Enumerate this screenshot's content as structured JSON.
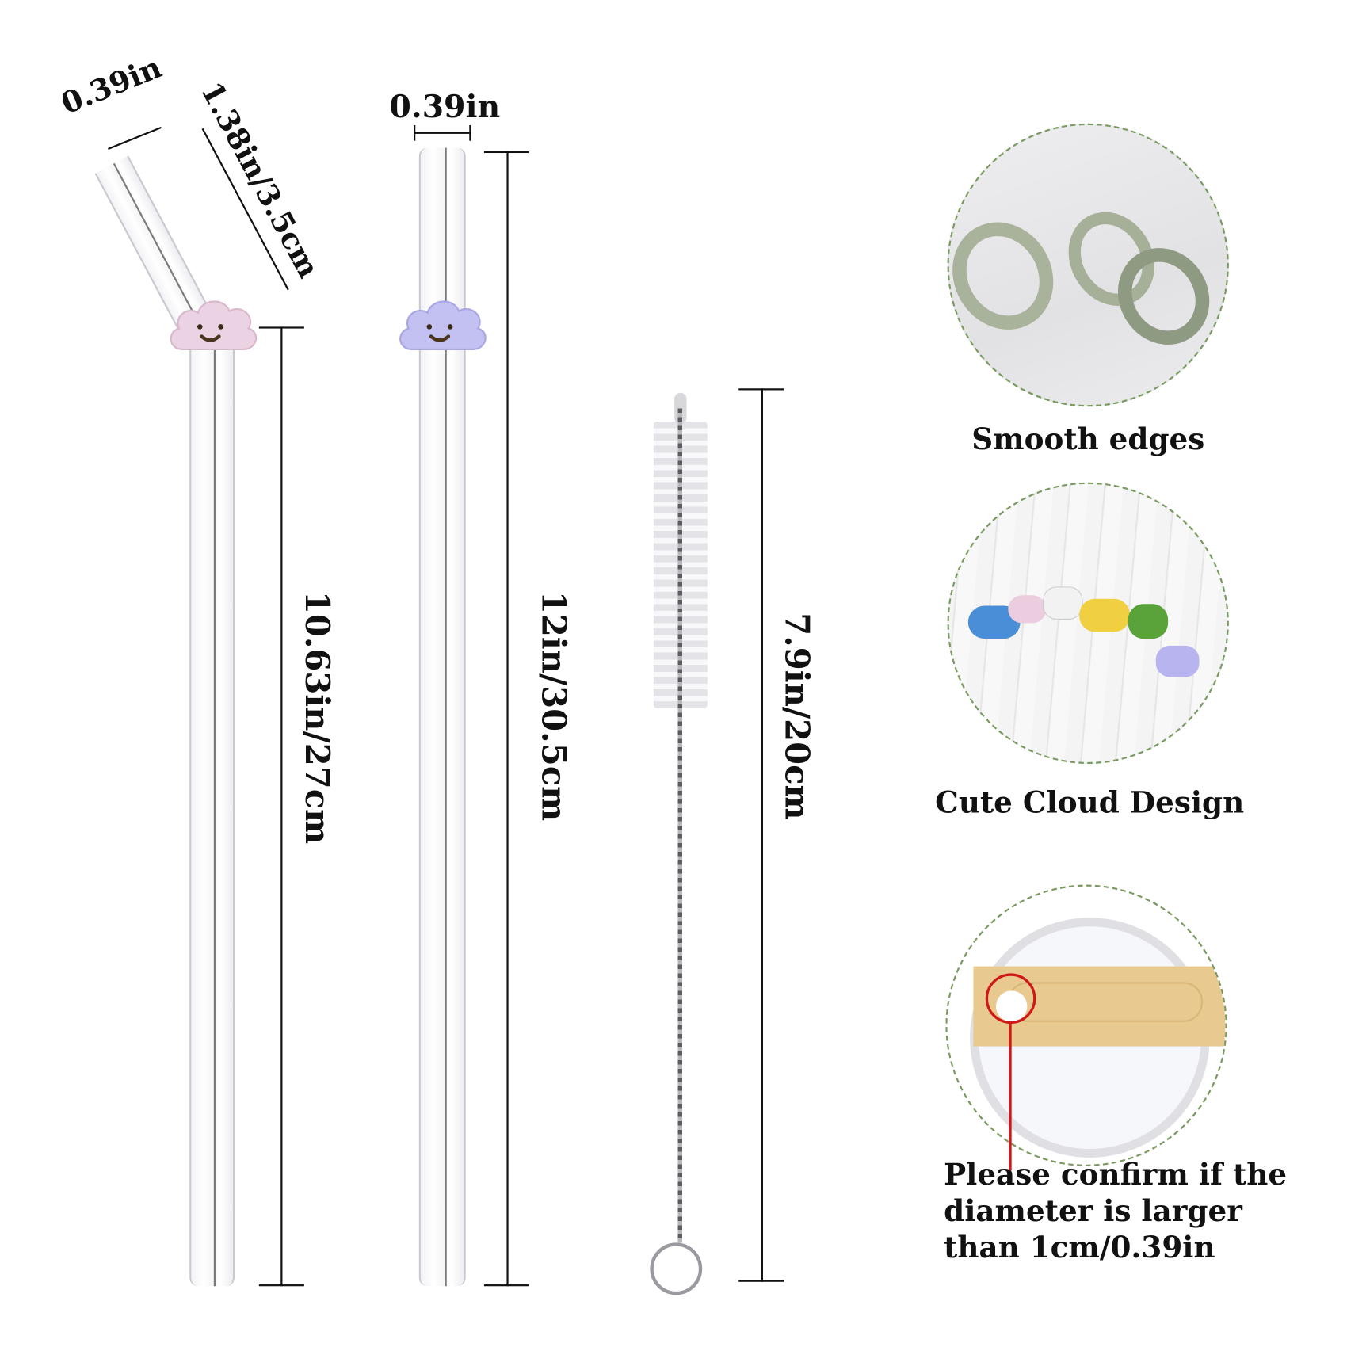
{
  "bent_straw": {
    "diameter_label": "0.39in",
    "bend_length_label": "1.38in/3.5cm",
    "length_label": "10.63in/27cm",
    "cloud_color": "#e9cfe0"
  },
  "straight_straw": {
    "diameter_label": "0.39in",
    "length_label": "12in/30.5cm",
    "cloud_color": "#bfbdf0"
  },
  "brush": {
    "length_label": "7.9in/20cm"
  },
  "features": [
    {
      "caption": "Smooth edges",
      "icon": "glass-straw-ends-photo"
    },
    {
      "caption": "Cute Cloud Design",
      "icon": "colorful-cloud-straws-photo"
    },
    {
      "caption": "Please confirm if the diameter is larger than 1cm/0.39in",
      "lines": [
        "Please confirm if the",
        "diameter is larger",
        "than 1cm/0.39in"
      ],
      "icon": "tumbler-lid-photo"
    }
  ],
  "colors": {
    "dashed_border": "#7a9a60",
    "callout_red": "#d01818",
    "lid_slider": "#e8c98f"
  }
}
